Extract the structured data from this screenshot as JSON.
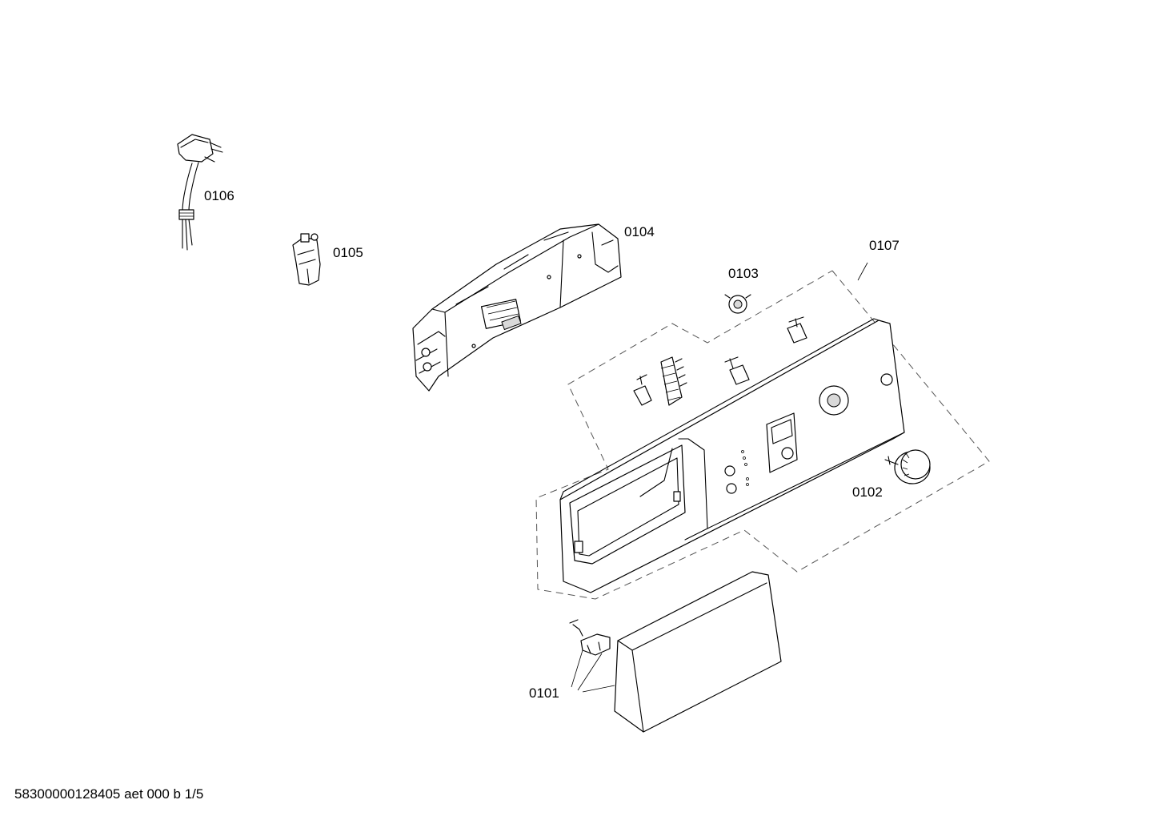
{
  "parts": [
    {
      "id": "p0101",
      "label": "0101"
    },
    {
      "id": "p0102",
      "label": "0102"
    },
    {
      "id": "p0103",
      "label": "0103"
    },
    {
      "id": "p0104",
      "label": "0104"
    },
    {
      "id": "p0105",
      "label": "0105"
    },
    {
      "id": "p0106",
      "label": "0106"
    },
    {
      "id": "p0107",
      "label": "0107"
    }
  ],
  "footer": {
    "code": "58300000128405 aet 000 b 1/5"
  }
}
